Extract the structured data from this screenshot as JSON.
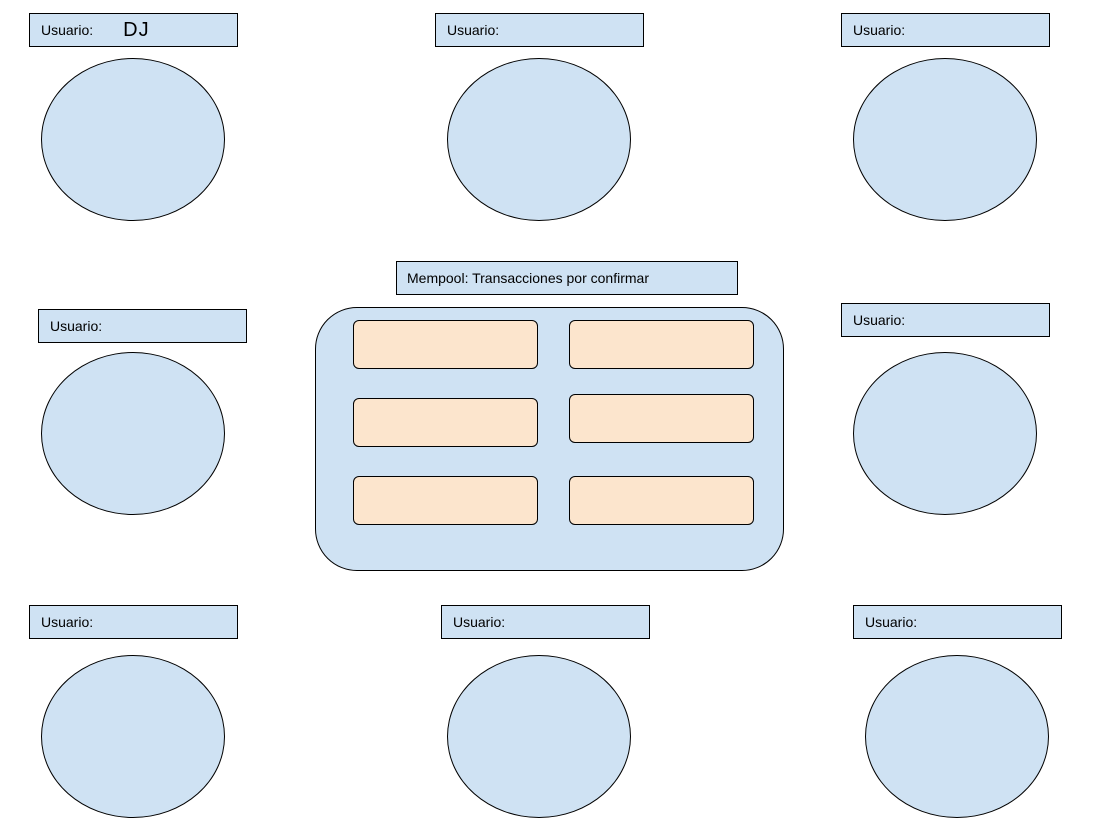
{
  "users": [
    {
      "label": "Usuario:",
      "value": "DJ"
    },
    {
      "label": "Usuario:",
      "value": ""
    },
    {
      "label": "Usuario:",
      "value": ""
    },
    {
      "label": "Usuario:",
      "value": ""
    },
    {
      "label": "Usuario:",
      "value": ""
    },
    {
      "label": "Usuario:",
      "value": ""
    },
    {
      "label": "Usuario:",
      "value": ""
    },
    {
      "label": "Usuario:",
      "value": ""
    }
  ],
  "mempool": {
    "title": "Mempool: Transacciones por confirmar",
    "slot_count": 6
  },
  "colors": {
    "node_fill": "#cfe2f3",
    "transaction_fill": "#fce5cd",
    "stroke": "#000000"
  }
}
